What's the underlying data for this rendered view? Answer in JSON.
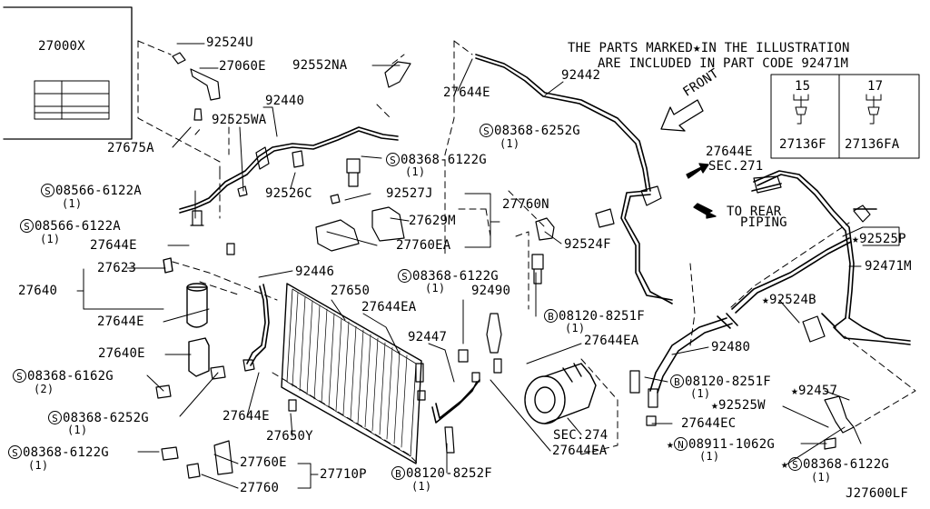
{
  "note": {
    "line1": "THE PARTS MARKED★IN THE ILLUSTRATION",
    "line2": "ARE INCLUDED IN PART CODE 92471M"
  },
  "legend_table": {
    "col1_size": "15",
    "col2_size": "17",
    "col1_part": "27136F",
    "col2_part": "27136FA"
  },
  "label_box": {
    "title": "27000X"
  },
  "arrows": {
    "front": "FRONT",
    "sec271": "SEC.271",
    "rear_1": "TO REAR",
    "rear_2": "PIPING"
  },
  "diagram_code": "J27600LF",
  "labels": {
    "p92524U": "92524U",
    "p27060E": "27060E",
    "p92552NA": "92552NA",
    "p92440": "92440",
    "p92525WA": "92525WA",
    "p27675A": "27675A",
    "p27644E_top": "27644E",
    "p92442": "92442",
    "s08368_6252G_top": "08368-6252G",
    "q1_a": "(1)",
    "s08368_6122G_a": "08368-6122G",
    "q1_b": "(1)",
    "p27644E_r": "27644E",
    "p92526C": "92526C",
    "s08566_6122A_a": "08566-6122A",
    "q1_c": "(1)",
    "p92527J": "92527J",
    "p27760N": "27760N",
    "s08566_6122A_b": "08566-6122A",
    "q1_d": "(1)",
    "p27629M": "27629M",
    "p27644E_l": "27644E",
    "p27760EA": "27760EA",
    "p92524F": "92524F",
    "p92525P": "92525P",
    "p27623": "27623",
    "p27640": "27640",
    "p92446": "92446",
    "s08368_6122G_b": "08368-6122G",
    "q1_e": "(1)",
    "p92471M": "92471M",
    "p27650": "27650",
    "p92490": "92490",
    "p92524B": "92524B",
    "p27644E_l2": "27644E",
    "p27644EA_a": "27644EA",
    "b08120_8251F_a": "08120-8251F",
    "q1_f": "(1)",
    "p27640E": "27640E",
    "p92447": "92447",
    "p27644EA_b": "27644EA",
    "p92480": "92480",
    "s08368_6162G": "08368-6162G",
    "q2_a": "(2)",
    "b08120_8251F_b": "08120-8251F",
    "q1_g": "(1)",
    "p92457": "92457",
    "p92525W": "92525W",
    "s08368_6252G_b": "08368-6252G",
    "q1_h": "(1)",
    "p27644E_b": "27644E",
    "p27644EC": "27644EC",
    "p27650Y": "27650Y",
    "sec274": "SEC.274",
    "n08911_1062G": "08911-1062G",
    "q1_i": "(1)",
    "s08368_6122G_c": "08368-6122G",
    "q1_j": "(1)",
    "p27644EA_c": "27644EA",
    "p27760E": "27760E",
    "p27710P": "27710P",
    "b08120_8252F": "08120-8252F",
    "q1_k": "(1)",
    "s08368_6122G_d": "08368-6122G",
    "q1_l": "(1)",
    "p27760": "27760"
  }
}
